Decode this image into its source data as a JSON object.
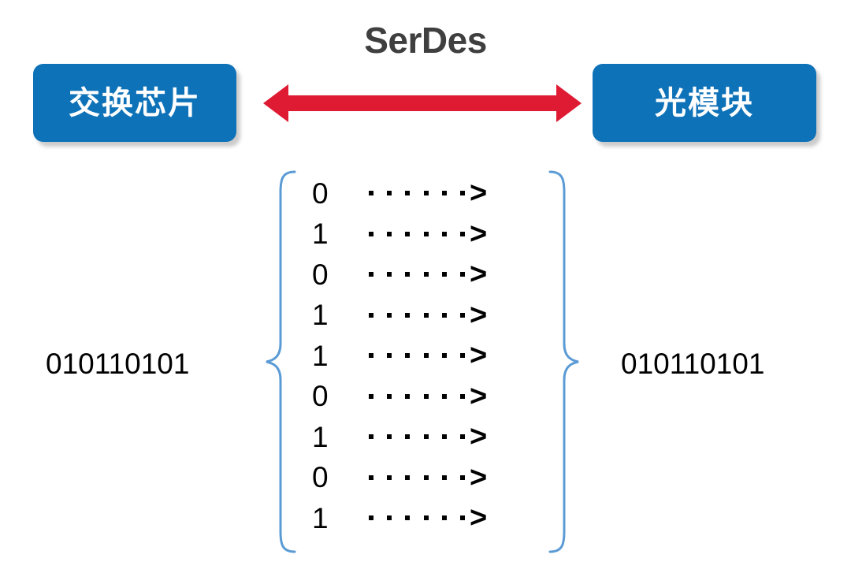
{
  "diagram": {
    "title": "SerDes",
    "background_color": "#ffffff",
    "title_color": "#3f3f3f",
    "box_color": "#0e72b8",
    "arrow_color": "#de1b33",
    "brace_color": "#5b9bd5",
    "text_color": "#000000"
  },
  "nodes": {
    "left": {
      "label": "交换芯片"
    },
    "right": {
      "label": "光模块"
    }
  },
  "link": {
    "label": "SerDes",
    "arrow_name": "double-headed-arrow",
    "direction": "bidirectional"
  },
  "signals": {
    "left_binary": "010110101",
    "right_binary": "010110101",
    "bit_count": 9,
    "bits": [
      {
        "value": "0",
        "dots": "· · · · · ·",
        "arrow": ">"
      },
      {
        "value": "1",
        "dots": "· · · · · ·",
        "arrow": ">"
      },
      {
        "value": "0",
        "dots": "· · · · · ·",
        "arrow": ">"
      },
      {
        "value": "1",
        "dots": "· · · · · ·",
        "arrow": ">"
      },
      {
        "value": "1",
        "dots": "· · · · · ·",
        "arrow": ">"
      },
      {
        "value": "0",
        "dots": "· · · · · ·",
        "arrow": ">"
      },
      {
        "value": "1",
        "dots": "· · · · · ·",
        "arrow": ">"
      },
      {
        "value": "0",
        "dots": "· · · · · ·",
        "arrow": ">"
      },
      {
        "value": "1",
        "dots": "· · · · · ·",
        "arrow": ">"
      }
    ]
  },
  "braces": {
    "left_name": "left-curly-brace",
    "right_name": "right-curly-brace"
  }
}
